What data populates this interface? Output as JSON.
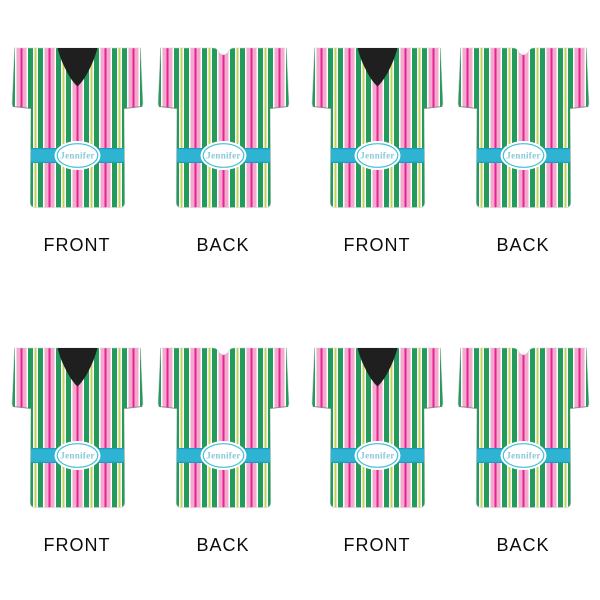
{
  "personalization": {
    "name": "Jennifer"
  },
  "cells": [
    {
      "view": "front",
      "label": "FRONT",
      "name": "Jennifer"
    },
    {
      "view": "back",
      "label": "BACK",
      "name": "Jennifer"
    },
    {
      "view": "front",
      "label": "FRONT",
      "name": "Jennifer"
    },
    {
      "view": "back",
      "label": "BACK",
      "name": "Jennifer"
    },
    {
      "view": "front",
      "label": "FRONT",
      "name": "Jennifer"
    },
    {
      "view": "back",
      "label": "BACK",
      "name": "Jennifer"
    },
    {
      "view": "front",
      "label": "FRONT",
      "name": "Jennifer"
    },
    {
      "view": "back",
      "label": "BACK",
      "name": "Jennifer"
    }
  ],
  "colors": {
    "stripe_pink": "#f3aacd",
    "stripe_magenta": "#e72197",
    "stripe_green": "#229b5c",
    "stripe_chartreuse": "#bdd156",
    "stripe_white": "#ffffff",
    "band": "#2eb3d3",
    "band_edge": "#189ec0",
    "oval_ring": "#3fc0da",
    "name_text": "#87c9d6",
    "neck": "#1f1f1f",
    "edge": "#d0d0d0",
    "label_text": "#0b0b0b"
  }
}
